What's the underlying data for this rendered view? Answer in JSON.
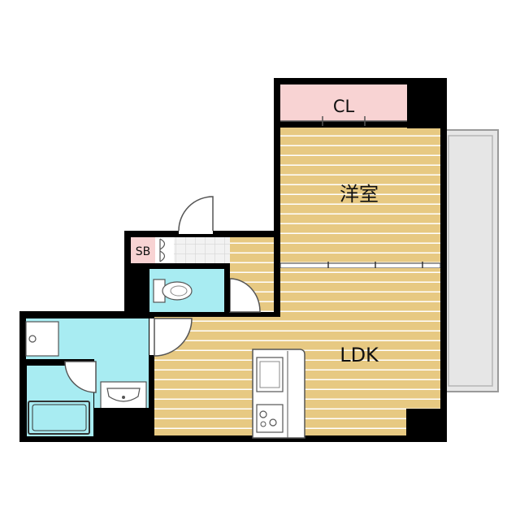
{
  "rooms": {
    "closet": "CL",
    "bedroom": "洋室",
    "ldk": "LDK",
    "shoe_box": "SB"
  },
  "colors": {
    "wall": "#000000",
    "floor_wood": "#e7c982",
    "floor_stripe": "#ffffff",
    "closet_fill": "#f8d3d3",
    "wet_area": "#a8ecf2",
    "entrance_tile": "#f2f2f2",
    "balcony": "#e6e6e6",
    "fixture_outline": "#555555"
  }
}
